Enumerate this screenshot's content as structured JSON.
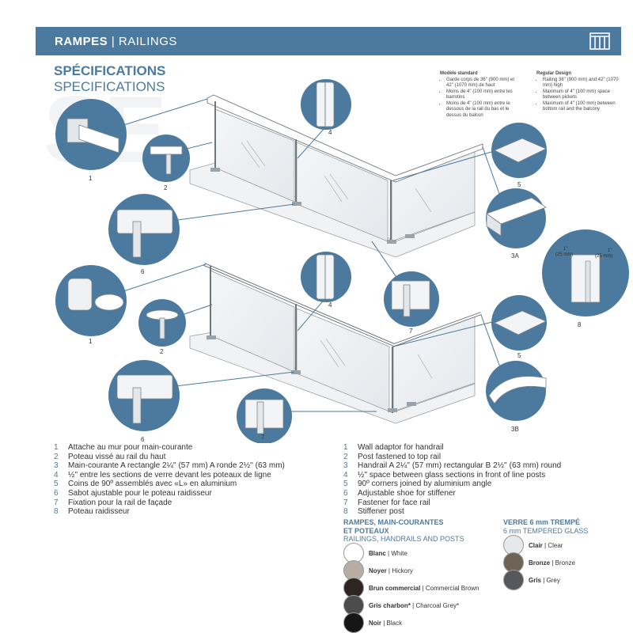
{
  "header": {
    "title_bold": "RAMPES",
    "title_sep": " | ",
    "title_rest": "RAILINGS"
  },
  "spec": {
    "title_fr": "SPÉCIFICATIONS",
    "title_en": "SPECIFICATIONS"
  },
  "notes": {
    "fr_head": "Modèle standard",
    "fr_items": [
      "Garde corps de 36'' (900 mm) et 42'' (1070 mm) de haut",
      "Moins de 4'' (100 mm) entre les barrotins",
      "Moins de 4'' (100 mm) entre le dessous de la rail du bas et le dessus du balcon"
    ],
    "en_head": "Regular Design",
    "en_items": [
      "Railing 36'' (900 mm) and 42'' (1070 mm) high",
      "Maximum of 4'' (100 mm) space between pickets",
      "Maximum of 4'' (100 mm) between bottom rail and the balcony"
    ]
  },
  "callouts": [
    "1",
    "2",
    "3A",
    "4",
    "5",
    "6",
    "7",
    "8",
    "3B"
  ],
  "dims": {
    "d1": "1''",
    "d1mm": "(25 mm)",
    "d2": "1''",
    "d2mm": "(25 mm)"
  },
  "legend_fr": [
    {
      "n": "1",
      "t": "Attache au mur pour main-courante"
    },
    {
      "n": "2",
      "t": "Poteau vissé au rail du haut"
    },
    {
      "n": "3",
      "t": "Main-courante A rectangle 2¼'' (57 mm) A ronde 2½'' (63 mm)"
    },
    {
      "n": "4",
      "t": "½'' entre les sections de verre devant les poteaux de ligne"
    },
    {
      "n": "5",
      "t": "Coins de 90º assemblés avec «L» en aluminium"
    },
    {
      "n": "6",
      "t": "Sabot ajustable pour le poteau raidisseur"
    },
    {
      "n": "7",
      "t": "Fixation pour la rail de façade"
    },
    {
      "n": "8",
      "t": "Poteau raidisseur"
    }
  ],
  "legend_en": [
    {
      "n": "1",
      "t": "Wall adaptor for handrail"
    },
    {
      "n": "2",
      "t": "Post fastened to top rail"
    },
    {
      "n": "3",
      "t": "Handrail A 2¼'' (57 mm) rectangular B 2½'' (63 mm) round"
    },
    {
      "n": "4",
      "t": "½'' space between glass sections in front of line posts"
    },
    {
      "n": "5",
      "t": "90º corners joined by aluminium angle"
    },
    {
      "n": "6",
      "t": "Adjustable shoe for stiffener"
    },
    {
      "n": "7",
      "t": "Fastener for face rail"
    },
    {
      "n": "8",
      "t": "Stiffener post"
    }
  ],
  "colors_section": {
    "head_fr_1": "RAMPES, MAIN-COURANTES",
    "head_fr_2": "ET POTEAUX",
    "head_en": "RAILINGS, HANDRAILS AND POSTS",
    "items": [
      {
        "fr": "Blanc",
        "en": "White",
        "color": "#ffffff"
      },
      {
        "fr": "Noyer",
        "en": "Hickory",
        "color": "#b6aea3"
      },
      {
        "fr": "Brun commercial",
        "en": "Commercial Brown",
        "color": "#2e2422"
      },
      {
        "fr": "Gris charbon*",
        "en": "Charcoal Grey*",
        "color": "#4a4c4e"
      },
      {
        "fr": "Noir",
        "en": "Black",
        "color": "#161616"
      }
    ]
  },
  "glass_section": {
    "head_fr": "VERRE 6 mm TREMPÉ",
    "head_en": "6 mm TEMPERED GLASS",
    "items": [
      {
        "fr": "Clair",
        "en": "Clear",
        "color": "#e6e9ec"
      },
      {
        "fr": "Bronze",
        "en": "Bronze",
        "color": "#6e6456"
      },
      {
        "fr": "Gris",
        "en": "Grey",
        "color": "#55595c"
      }
    ]
  },
  "accent": "#4c7a9e"
}
